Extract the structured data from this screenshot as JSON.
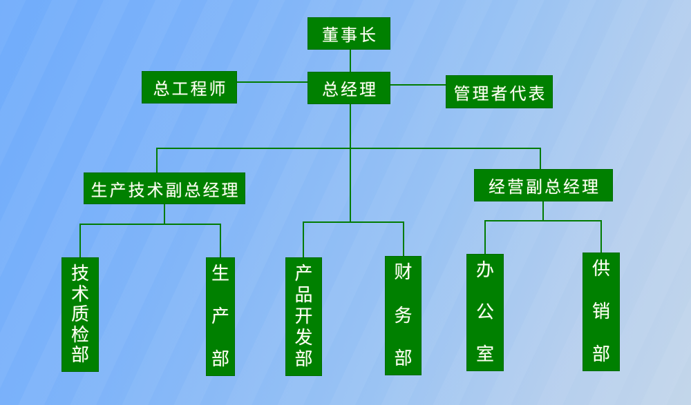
{
  "slide": {
    "background_colors": {
      "top_left": "#70ACFB",
      "middle": "#9AC3F3",
      "bottom_right": "#C3D6EA"
    },
    "box_fill_color": "#008000",
    "box_border_color": "#006A00",
    "connector_color": "#017B01",
    "text_color": "#FFFFF6"
  },
  "org_chart": {
    "nodes": {
      "chairman": {
        "label": "董事长",
        "orientation": "horizontal"
      },
      "general_manager": {
        "label": "总经理",
        "orientation": "horizontal"
      },
      "chief_engineer": {
        "label": "总工程师",
        "orientation": "horizontal"
      },
      "management_representative": {
        "label": "管理者代表",
        "orientation": "horizontal"
      },
      "production_tech_deputy_gm": {
        "label": "生产技术副总经理",
        "orientation": "horizontal"
      },
      "operations_deputy_gm": {
        "label": "经营副总经理",
        "orientation": "horizontal"
      },
      "tech_quality_inspection_dept": {
        "label": "技术质检部",
        "orientation": "vertical"
      },
      "production_dept": {
        "label": "生产部",
        "orientation": "vertical"
      },
      "product_development_dept": {
        "label": "产品开发部",
        "orientation": "vertical"
      },
      "finance_dept": {
        "label": "财务部",
        "orientation": "vertical"
      },
      "office": {
        "label": "办公室",
        "orientation": "vertical"
      },
      "supply_marketing_dept": {
        "label": "供销部",
        "orientation": "vertical"
      }
    },
    "edges": [
      [
        "董事长",
        "总经理"
      ],
      [
        "总经理",
        "总工程师"
      ],
      [
        "总经理",
        "管理者代表"
      ],
      [
        "总经理",
        "生产技术副总经理"
      ],
      [
        "总经理",
        "产品开发部"
      ],
      [
        "总经理",
        "财务部"
      ],
      [
        "总经理",
        "经营副总经理"
      ],
      [
        "生产技术副总经理",
        "技术质检部"
      ],
      [
        "生产技术副总经理",
        "生产部"
      ],
      [
        "经营副总经理",
        "办公室"
      ],
      [
        "经营副总经理",
        "供销部"
      ]
    ]
  }
}
